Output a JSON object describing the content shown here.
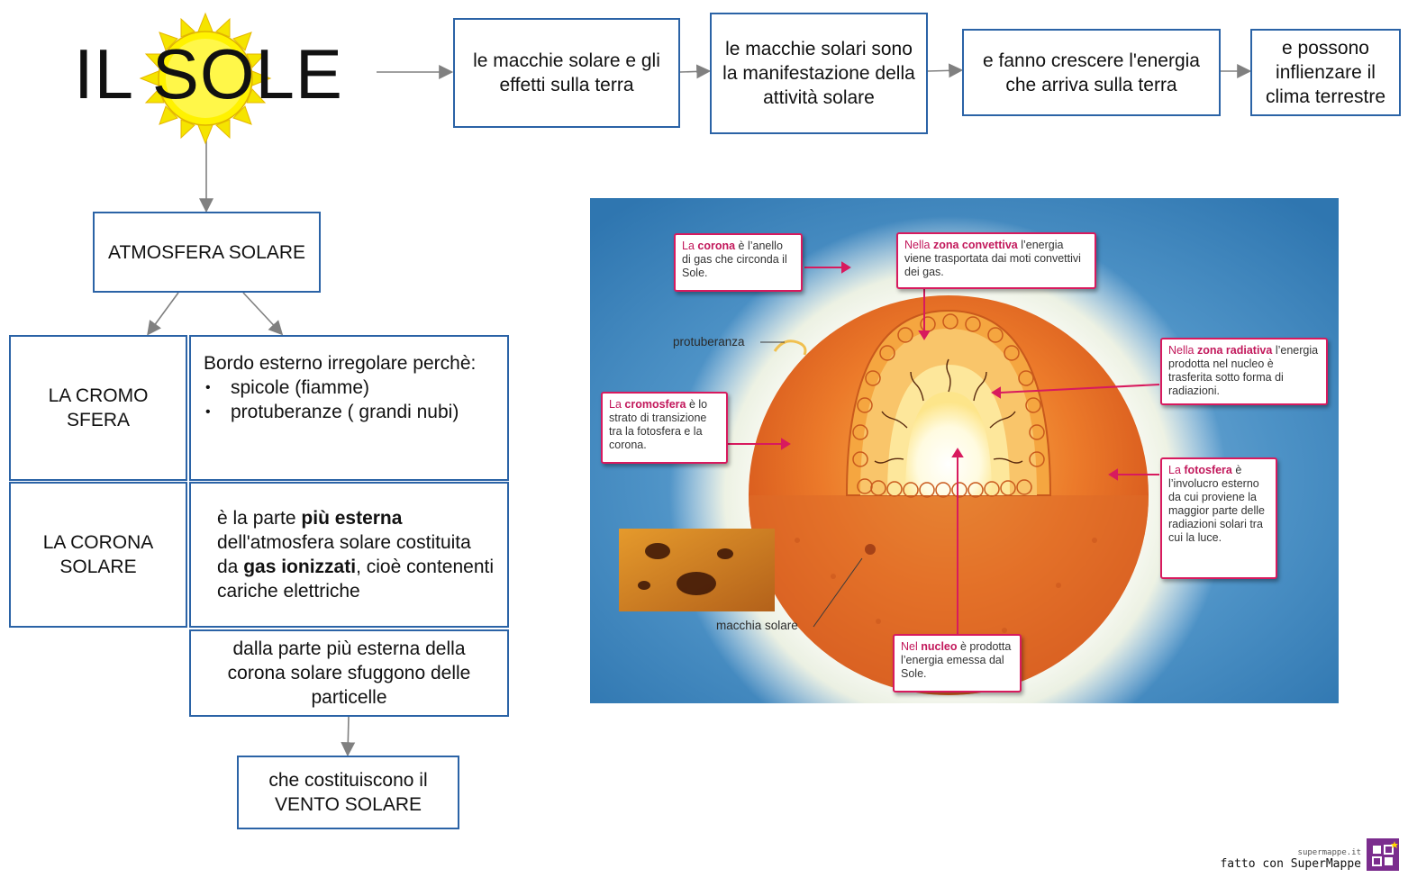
{
  "title": "IL SOLE",
  "top_flow": [
    "le macchie solare e gli effetti sulla terra",
    "le macchie solari sono la manifestazione della attività solare",
    "e fanno crescere l'energia che arriva sulla terra",
    "e possono inflienzare il clima terrestre"
  ],
  "atmosfera": "ATMOSFERA SOLARE",
  "cromosfera": {
    "label": "LA CROMO SFERA",
    "intro": "Bordo esterno irregolare perchè:",
    "bullets": [
      "spicole (fiamme)",
      "protuberanze ( grandi nubi)"
    ]
  },
  "corona": {
    "label": "LA CORONA SOLARE",
    "t1": "è la parte ",
    "b1": "più esterna",
    "t2": " dell'atmosfera solare costituita da ",
    "b2": "gas ionizzati",
    "t3": ", cioè contenenti cariche elettriche"
  },
  "particelle": "dalla parte più esterna della corona solare sfuggono delle particelle",
  "vento": "che costituiscono il VENTO SOLARE",
  "figure": {
    "callouts": {
      "corona": {
        "pre": "La ",
        "bold": "corona",
        "post": " è l’anello di gas che circonda il Sole."
      },
      "convettiva": {
        "pre": "Nella ",
        "bold": "zona convettiva",
        "post": " l’energia viene trasportata dai moti convettivi dei gas."
      },
      "radiativa": {
        "pre": "Nella ",
        "bold": "zona radiativa",
        "post": " l’energia prodotta nel nucleo è trasferita sotto forma di radiazioni."
      },
      "cromosfera": {
        "pre": "La ",
        "bold": "cromosfera",
        "post": " è lo strato di transizione tra la fotosfera e la corona."
      },
      "fotosfera": {
        "pre": "La ",
        "bold": "fotosfera",
        "post": " è l’involucro esterno da cui proviene la maggior parte delle radiazioni solari tra cui la luce."
      },
      "nucleo": {
        "pre": "Nel ",
        "bold": "nucleo",
        "post": " è prodotta l’energia emessa dal Sole."
      }
    },
    "label_protuberanza": "protuberanza",
    "label_macchia": "macchia solare"
  },
  "footer": {
    "small": "supermappe.it",
    "big": "fatto con SuperMappe"
  },
  "colors": {
    "box_border": "#2b63a6",
    "callout": "#d81a5e",
    "arrow": "#808080",
    "sky": "#3f86be"
  }
}
